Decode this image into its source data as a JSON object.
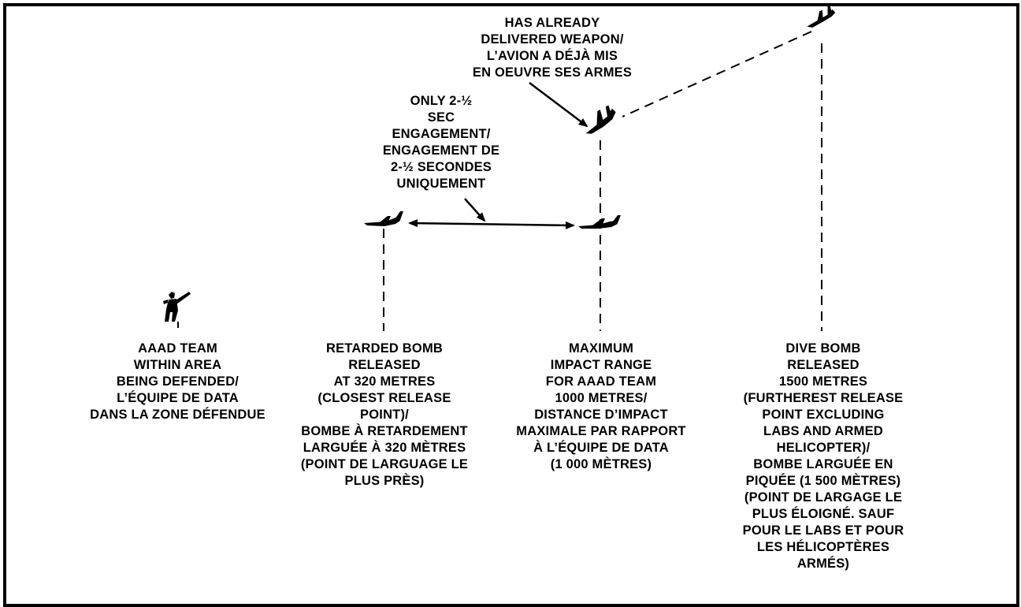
{
  "colors": {
    "ink": "#000000",
    "background": "#ffffff"
  },
  "labels": {
    "already_delivered": "HAS ALREADY\nDELIVERED WEAPON/\nL’AVION A DÉJÀ MIS\nEN OEUVRE SES ARMES",
    "engagement": "ONLY 2-½\nSEC\nENGAGEMENT/\nENGAGEMENT DE\n2-½ SECONDES\nUNIQUEMENT",
    "aaad_team": "AAAD TEAM\nWITHIN AREA\nBEING DEFENDED/\nL’ÉQUIPE DE DATA\nDANS LA ZONE DÉFENDUE",
    "retarded_bomb": "RETARDED BOMB\nRELEASED\nAT 320 METRES\n(CLOSEST RELEASE\nPOINT)/\nBOMBE À RETARDEMENT\nLARGUÉE À 320 MÈTRES\n(POINT DE LARGUAGE LE\nPLUS PRÈS)",
    "max_impact": "MAXIMUM\nIMPACT RANGE\nFOR AAAD TEAM\n1000 METRES/\nDISTANCE D’IMPACT\nMAXIMALE PAR RAPPORT\nÀ L’ÉQUIPE DE DATA\n(1 000 MÈTRES)",
    "dive_bomb": "DIVE BOMB\nRELEASED\n1500 METRES\n(FURTHEREST RELEASE\nPOINT EXCLUDING\nLABS AND ARMED\nHELICOPTER)/\nBOMBE LARGUÉE EN\nPIQUÉE (1 500 MÈTRES)\n(POINT DE LARGAGE LE\nPLUS ÉLOIGNÉ. SAUF\nPOUR LE LABS ET POUR\nLES HÉLICOPTÈRES\nARMÉS)"
  },
  "icons": {
    "soldier": "aaad-soldier-icon",
    "aircraft": "jet-aircraft-icon"
  }
}
